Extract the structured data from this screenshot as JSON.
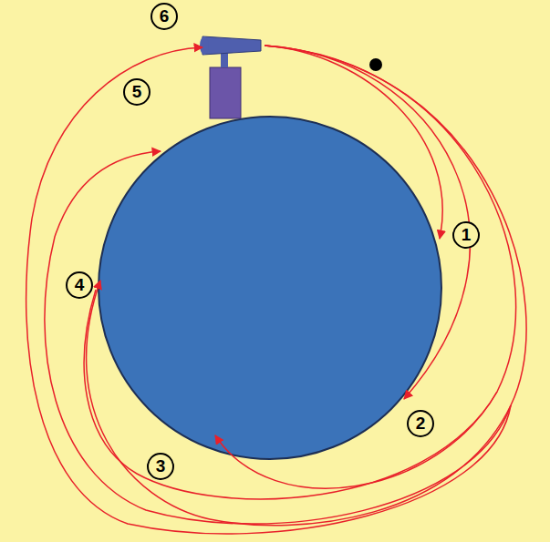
{
  "diagram": {
    "labels": [
      "6",
      "5",
      "1",
      "4",
      "2",
      "3"
    ]
  }
}
